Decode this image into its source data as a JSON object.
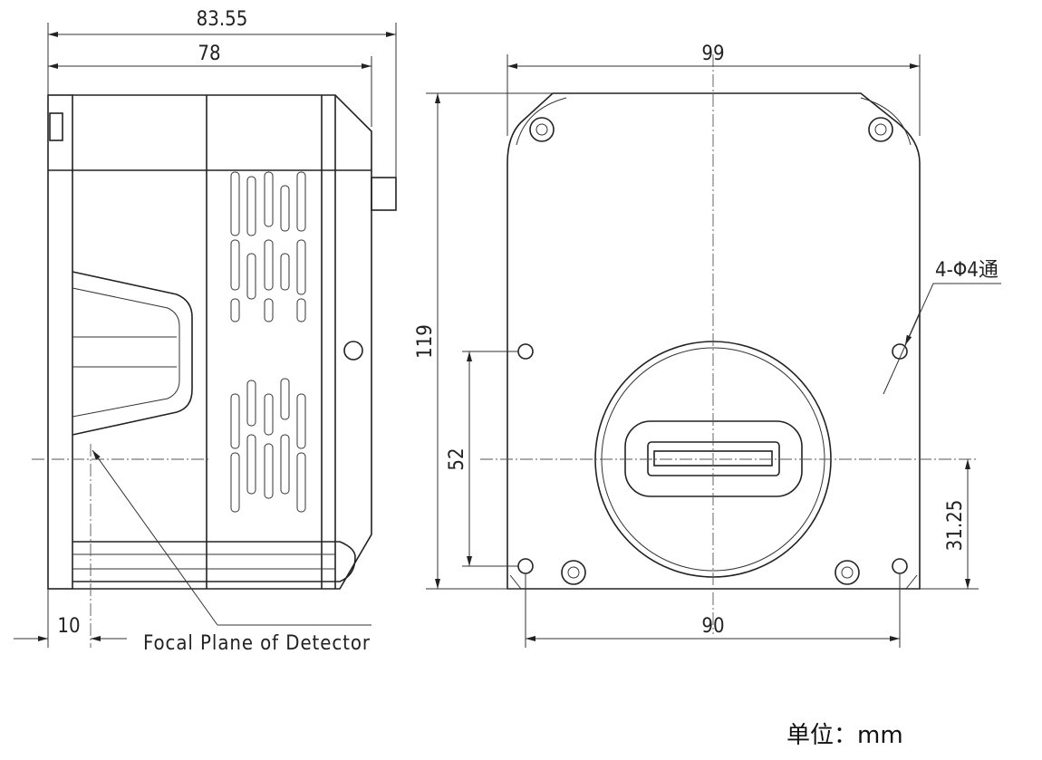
{
  "dimensions": {
    "overall_length": "83.55",
    "body_length": "78",
    "width": "99",
    "height": "119",
    "hole_spacing_vertical": "52",
    "center_height": "31.25",
    "hole_spacing_horizontal": "90",
    "focal_offset": "10"
  },
  "labels": {
    "focal_plane": "Focal Plane of Detector",
    "hole_note": "4-Φ4通",
    "unit": "单位：mm"
  }
}
